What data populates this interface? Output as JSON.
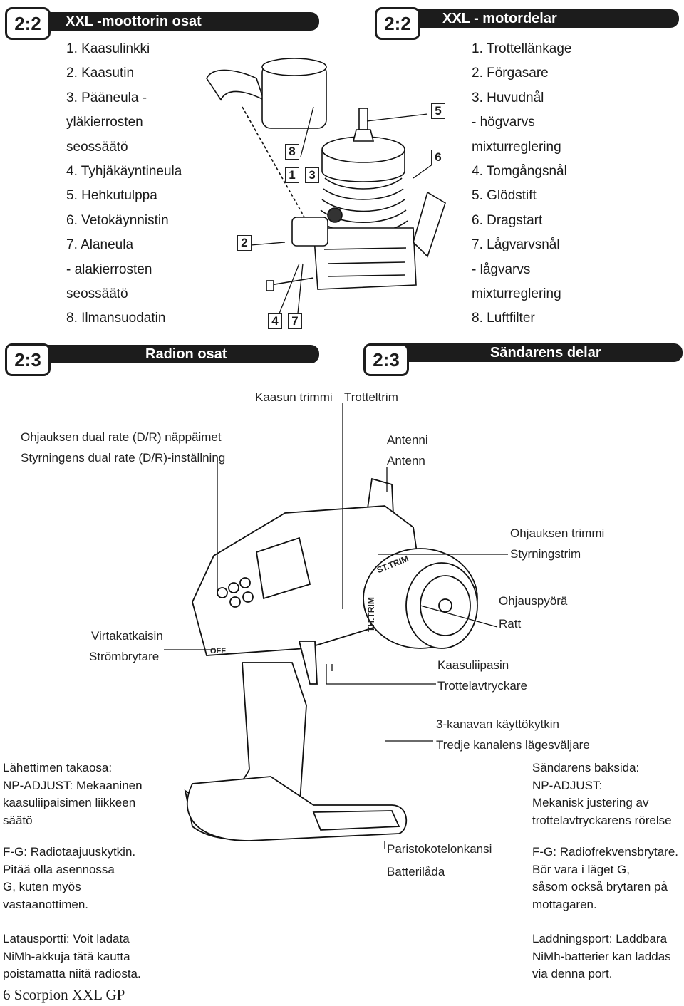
{
  "left_top": {
    "badge": "2:2",
    "title": "XXL -moottorin osat",
    "lines": [
      "1. Kaasulinkki",
      "2. Kaasutin",
      "3. Pääneula -",
      "yläkierrosten",
      "seossäätö",
      "4. Tyhjäkäyntineula",
      "5. Hehkutulppa",
      "6. Vetokäynnistin",
      "7. Alaneula",
      "- alakierrosten",
      "seossäätö",
      "8. Ilmansuodatin"
    ]
  },
  "right_top": {
    "badge": "2:2",
    "title": "XXL - motordelar",
    "lines": [
      "1. Trottellänkage",
      "2. Förgasare",
      "3. Huvudnål",
      "- högvarvs",
      "mixturreglering",
      "4. Tomgångsnål",
      "5. Glödstift",
      "6. Dragstart",
      "7. Lågvarvsnål",
      "- lågvarvs",
      "mixturreglering",
      "8. Luftfilter"
    ]
  },
  "engine_callouts": [
    "8",
    "1",
    "3",
    "2",
    "4",
    "7",
    "5",
    "6"
  ],
  "left_mid": {
    "badge": "2:3",
    "title": "Radion osat"
  },
  "right_mid": {
    "badge": "2:3",
    "title": "Sändarens delar"
  },
  "labels": {
    "throttle_trim_fi": "Kaasun trimmi",
    "throttle_trim_sv": "Trotteltrim",
    "dr_fi": "Ohjauksen dual rate (D/R) näppäimet",
    "dr_sv": "Styrningens dual rate (D/R)-inställning",
    "antenna_fi": "Antenni",
    "antenna_sv": "Antenn",
    "steer_trim_fi": "Ohjauksen trimmi",
    "steer_trim_sv": "Styrningstrim",
    "wheel_fi": "Ohjauspyörä",
    "wheel_sv": "Ratt",
    "power_fi": "Virtakatkaisin",
    "power_sv": "Strömbrytare",
    "trigger_fi": "Kaasuliipasin",
    "trigger_sv": "Trottelavtryckare",
    "ch3_fi": "3-kanavan käyttökytkin",
    "ch3_sv": "Tredje kanalens lägesväljare",
    "battery_fi": "Paristokotelonkansi",
    "battery_sv": "Batterilåda"
  },
  "notes_fi": [
    [
      "Lähettimen takaosa:",
      "NP-ADJUST: Mekaaninen",
      "kaasuliipaisimen liikkeen",
      "säätö"
    ],
    [
      "F-G: Radiotaajuuskytkin.",
      "Pitää olla asennossa",
      "G, kuten myös",
      "vastaanottimen."
    ],
    [
      "Latausportti: Voit ladata",
      "NiMh-akkuja tätä kautta",
      "poistamatta niitä radiosta."
    ]
  ],
  "notes_sv": [
    [
      "Sändarens baksida:",
      "NP-ADJUST:",
      "Mekanisk justering av",
      "trottelavtryckarens rörelse"
    ],
    [
      "F-G: Radiofrekvensbrytare.",
      "Bör vara i läget G,",
      "såsom också brytaren på",
      "mottagaren."
    ],
    [
      "Laddningsport: Laddbara",
      "NiMh-batterier kan laddas",
      "via denna port."
    ]
  ],
  "transmitter_marks": [
    "ST.TRIM",
    "TH.TRIM",
    "OFF"
  ],
  "footer": "6 Scorpion XXL GP"
}
